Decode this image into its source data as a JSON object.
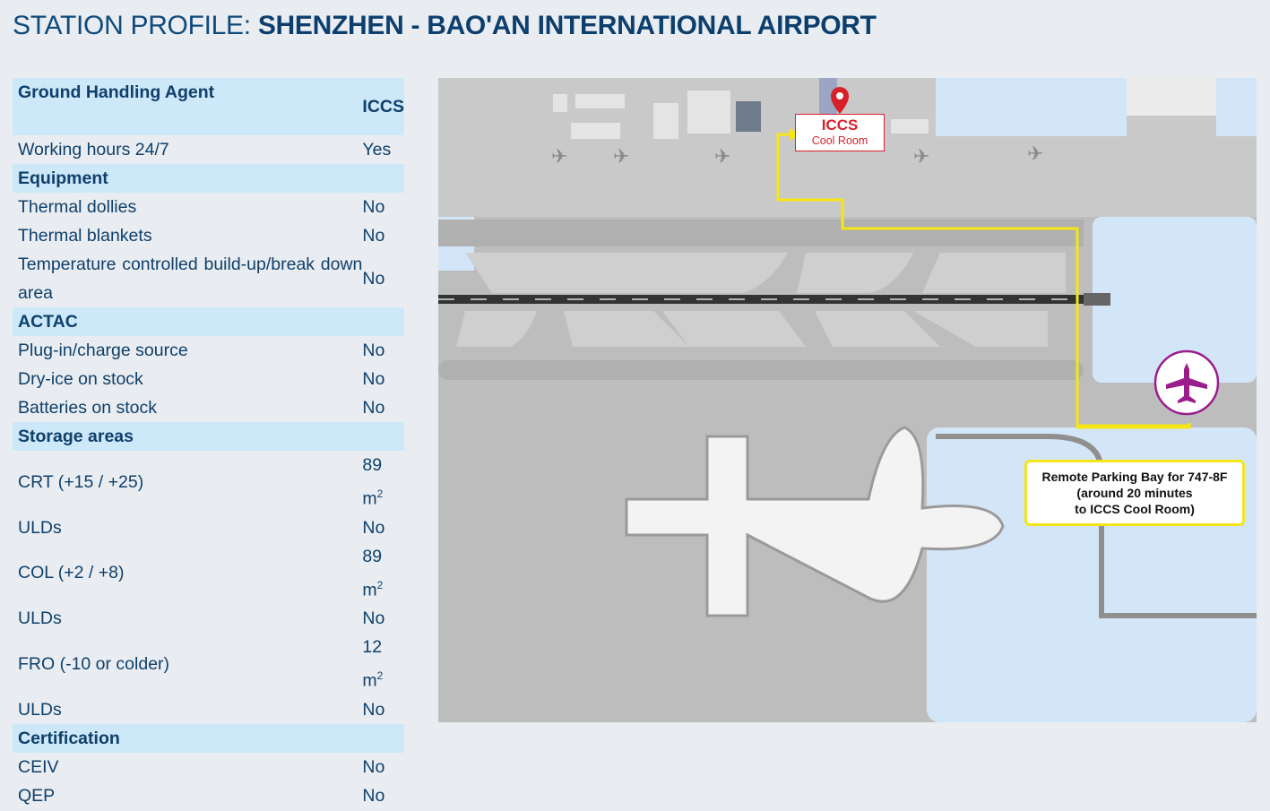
{
  "title": {
    "prefix": "STATION PROFILE: ",
    "station": "SHENZHEN - BAO'AN INTERNATIONAL AIRPORT"
  },
  "profile": {
    "gha_label": "Ground Handling Agent",
    "gha_value": "ICCS",
    "working_hours": {
      "label": "Working hours 24/7",
      "value": "Yes"
    },
    "equipment": {
      "heading": "Equipment",
      "rows": [
        {
          "label": "Thermal dollies",
          "value": "No"
        },
        {
          "label": "Thermal blankets",
          "value": "No"
        },
        {
          "label": "Temperature controlled build-up/break down area",
          "value": "No"
        }
      ]
    },
    "actac": {
      "heading": "ACTAC",
      "rows": [
        {
          "label": "Plug-in/charge source",
          "value": "No"
        },
        {
          "label": "Dry-ice on stock",
          "value": "No"
        },
        {
          "label": "Batteries on stock",
          "value": "No"
        }
      ]
    },
    "storage": {
      "heading": "Storage areas",
      "unit": "m",
      "unit_exp": "2",
      "rows": [
        {
          "label": "CRT (+15 / +25)",
          "value": "89"
        },
        {
          "label": "ULDs",
          "value": "No"
        },
        {
          "label": "COL (+2 / +8)",
          "value": "89"
        },
        {
          "label": "ULDs",
          "value": "No"
        },
        {
          "label": "FRO (-10 or colder)",
          "value": "12"
        },
        {
          "label": "ULDs",
          "value": "No"
        }
      ]
    },
    "certification": {
      "heading": "Certification",
      "rows": [
        {
          "label": "CEIV",
          "value": "No"
        },
        {
          "label": "QEP",
          "value": "No"
        }
      ]
    }
  },
  "map": {
    "iccs_label": "ICCS",
    "cool_room_label": "Cool Room",
    "callout": {
      "line1": "Remote Parking Bay for 747-8F",
      "line2": "(around 20 minutes",
      "line3": "to ICCS Cool Room)"
    },
    "colors": {
      "route": "#f5e614",
      "pin": "#d8202a",
      "plane": "#9b1d8c",
      "water": "#d3e6f8",
      "ground": "#c8c8c8"
    }
  }
}
